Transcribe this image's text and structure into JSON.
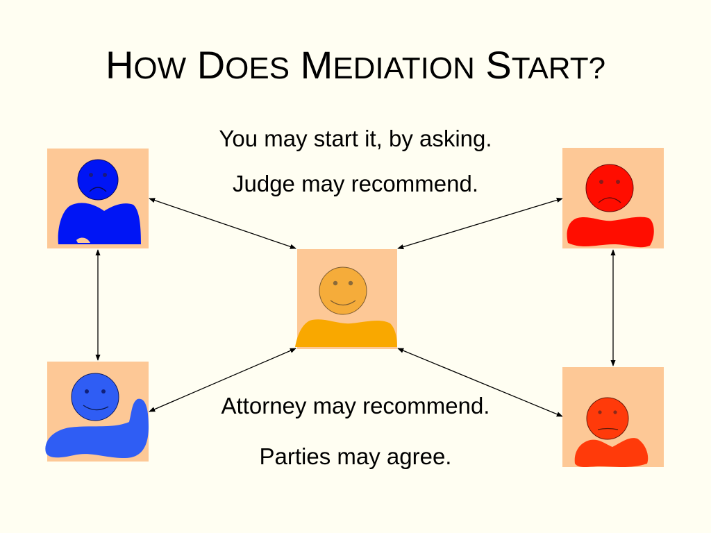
{
  "slide": {
    "title": "How Does Mediation Start?",
    "captions": [
      "You may start it, by asking.",
      "Judge may recommend.",
      "Attorney may recommend.",
      "Parties may agree."
    ]
  },
  "colors": {
    "background": "#fffef2",
    "tile": "#fdc896",
    "mediator": "#f9a800",
    "mediator_face": "#f5ac3a",
    "party_a": "#0015f5",
    "attorney_a": "#2f5df4",
    "party_b": "#ff0d00",
    "attorney_b": "#ff3a0a"
  },
  "participants": [
    {
      "id": "party-a",
      "mood": "sad"
    },
    {
      "id": "attorney-a",
      "mood": "happy"
    },
    {
      "id": "mediator",
      "mood": "happy"
    },
    {
      "id": "party-b",
      "mood": "sad"
    },
    {
      "id": "attorney-b",
      "mood": "sad"
    }
  ]
}
